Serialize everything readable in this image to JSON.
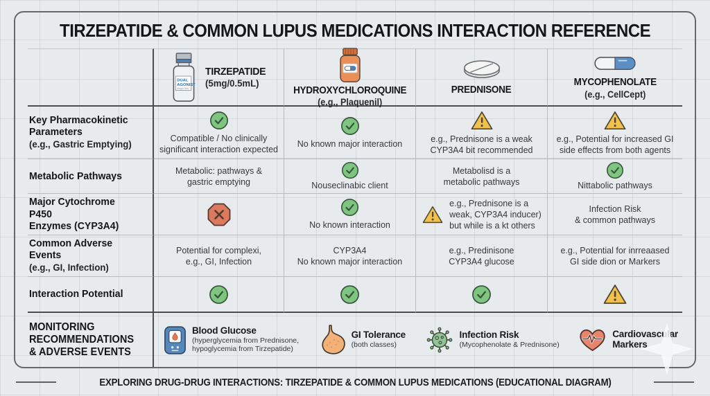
{
  "title": "TIRZEPATIDE & COMMON LUPUS MEDICATIONS INTERACTION REFERENCE",
  "footer": "EXPLORING DRUG-DRUG INTERACTIONS: TIRZEPATIDE & COMMON LUPUS MEDICATIONS (EDUCATIONAL DIAGRAM)",
  "colors": {
    "check_green": "#7ec580",
    "warning_amber": "#f2c14b",
    "stop_red": "#db7a5e",
    "capsule_blue": "#5b8fc4",
    "meter_blue": "#5587ba",
    "stomach_orange": "#f2b178",
    "virus_green": "#93c493",
    "heart_red": "#e8846b"
  },
  "table": {
    "columns": [
      {
        "icon": "vial-icon",
        "name": "TIRZEPATIDE",
        "subtitle": "(5mg/0.5mL)",
        "vial_label_1": "DUAL",
        "vial_label_2": "AGONIST",
        "vial_label_3": "5mg/0.5mL"
      },
      {
        "icon": "pill-bottle-icon",
        "name": "HYDROXYCHLOROQUINE",
        "subtitle": "(e.g., Plaquenil)"
      },
      {
        "icon": "tablet-icon",
        "name": "PREDNISONE",
        "subtitle": ""
      },
      {
        "icon": "capsule-icon",
        "name": "MYCOPHENOLATE",
        "subtitle": "(e.g., CellCept)"
      }
    ],
    "rows": [
      {
        "label": "Key Pharmacokinetic\nParameters",
        "sublabel": "(e.g., Gastric Emptying)",
        "cells": [
          {
            "icon": "check-circle-icon",
            "text": "Compatible / No clinically\nsignificant interaction expected"
          },
          {
            "icon": "check-circle-icon",
            "text": "No known major interaction"
          },
          {
            "icon": "warning-triangle-icon",
            "text": "e.g., Prednisone is a weak\nCYP3A4 bit recommended"
          },
          {
            "icon": "warning-triangle-icon",
            "text": "e.g., Potential for increased GI\nside effects from both agents"
          }
        ]
      },
      {
        "label": "Metabolic Pathways",
        "sublabel": "",
        "cells": [
          {
            "icon": "none",
            "text": "Metabolic: pathways &\ngastric emptying"
          },
          {
            "icon": "check-circle-icon",
            "text": "Nouseclinabic client"
          },
          {
            "icon": "none",
            "text": "Metabolisd is a\nmetabolic pathways"
          },
          {
            "icon": "check-circle-icon",
            "text": "Nittabolic pathways"
          }
        ]
      },
      {
        "label": "Major Cytochrome P450\nEnzymes (CYP3A4)",
        "sublabel": "",
        "cells": [
          {
            "icon": "stop-octagon-icon",
            "text": ""
          },
          {
            "icon": "check-circle-icon",
            "text": "No known interaction"
          },
          {
            "icon": "warning-triangle-icon",
            "text": "e.g., Prednisone is a\nweak, CYP3A4 inducer)\nbut while is a kt others"
          },
          {
            "icon": "none",
            "text": "Infection Risk\n& common pathways"
          }
        ]
      },
      {
        "label": "Common Adverse Events",
        "sublabel": "(e.g., GI, Infection)",
        "cells": [
          {
            "icon": "none",
            "text": "Potential for complexi,\ne.g., GI, Infection"
          },
          {
            "icon": "none",
            "text": "CYP3A4\nNo known major interaction"
          },
          {
            "icon": "none",
            "text": "e.g., Predinisone\nCYP3A4 glucose"
          },
          {
            "icon": "none",
            "text": "e.g., Potential for inrreaased\nGI side dion or Markers"
          }
        ]
      },
      {
        "label": "Interaction Potential",
        "sublabel": "",
        "cells": [
          {
            "icon": "check-circle-icon",
            "text": ""
          },
          {
            "icon": "check-circle-icon",
            "text": ""
          },
          {
            "icon": "check-circle-icon",
            "text": ""
          },
          {
            "icon": "warning-triangle-icon",
            "text": ""
          }
        ]
      }
    ]
  },
  "monitoring": {
    "label": "MONITORING\nRECOMMENDATIONS\n& ADVERSE EVENTS",
    "items": [
      {
        "icon": "glucose-meter-icon",
        "title": "Blood Glucose",
        "subtitle": "(hyperglycemia from Prednisone,\nhypoglycemia from Tirzepatide)"
      },
      {
        "icon": "stomach-icon",
        "title": "GI Tolerance",
        "subtitle": "(both classes)"
      },
      {
        "icon": "virus-icon",
        "title": "Infection Risk",
        "subtitle": "(Mycophenolate & Prednisone)"
      },
      {
        "icon": "heart-ekg-icon",
        "title": "Cardiovascular\nMarkers",
        "subtitle": ""
      }
    ]
  }
}
